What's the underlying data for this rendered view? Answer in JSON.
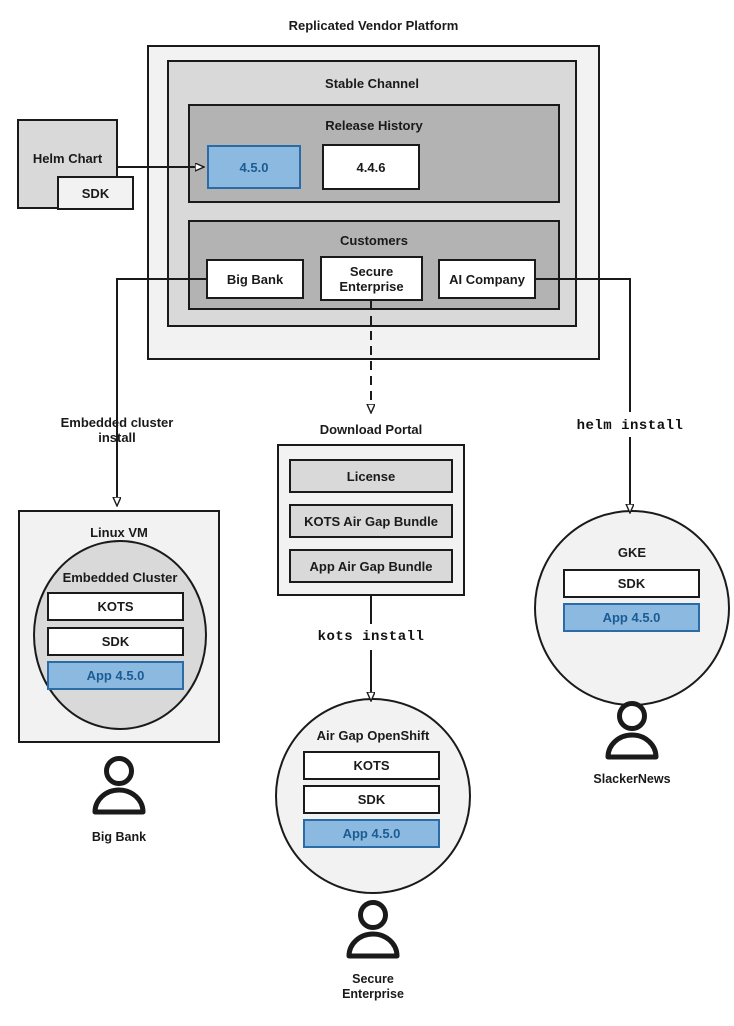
{
  "diagram": {
    "title": "Replicated Vendor Platform",
    "platform": {
      "channel_label": "Stable Channel",
      "release_history": {
        "label": "Release History",
        "releases": [
          {
            "version": "4.5.0",
            "highlighted": true
          },
          {
            "version": "4.4.6",
            "highlighted": false
          }
        ]
      },
      "customers": {
        "label": "Customers",
        "items": [
          {
            "name": "Big Bank"
          },
          {
            "name": "Secure\nEnterprise"
          },
          {
            "name": "AI Company"
          }
        ]
      }
    },
    "source": {
      "helm_chart_label": "Helm Chart",
      "sdk_label": "SDK"
    },
    "flow_labels": {
      "embedded_cluster_install": "Embedded cluster\ninstall",
      "kots_install": "kots install",
      "helm_install": "helm install"
    },
    "download_portal": {
      "label": "Download Portal",
      "artifacts": [
        "License",
        "KOTS Air Gap Bundle",
        "App Air Gap Bundle"
      ]
    },
    "targets": [
      {
        "id": "linux-vm",
        "shape": "rect",
        "label": "Linux VM",
        "inner_label": "Embedded Cluster",
        "components": [
          {
            "name": "KOTS",
            "highlighted": false
          },
          {
            "name": "SDK",
            "highlighted": false
          },
          {
            "name": "App 4.5.0",
            "highlighted": true
          }
        ],
        "customer": "Big Bank"
      },
      {
        "id": "air-gap-openshift",
        "shape": "circle",
        "label": "Air Gap OpenShift",
        "components": [
          {
            "name": "KOTS",
            "highlighted": false
          },
          {
            "name": "SDK",
            "highlighted": false
          },
          {
            "name": "App 4.5.0",
            "highlighted": true
          }
        ],
        "customer": "Secure\nEnterprise"
      },
      {
        "id": "gke",
        "shape": "circle",
        "label": "GKE",
        "components": [
          {
            "name": "SDK",
            "highlighted": false
          },
          {
            "name": "App 4.5.0",
            "highlighted": true
          }
        ],
        "customer": "SlackerNews"
      }
    ],
    "colors": {
      "highlight_fill": "#8cb9e0",
      "highlight_border": "#2a6ca8",
      "highlight_text": "#1a5c93",
      "stroke": "#1a1a1a",
      "platform_fill": "#f2f2f2",
      "channel_fill": "#d9d9d9",
      "section_fill": "#b3b3b3",
      "artifact_fill": "#d9d9d9"
    }
  }
}
